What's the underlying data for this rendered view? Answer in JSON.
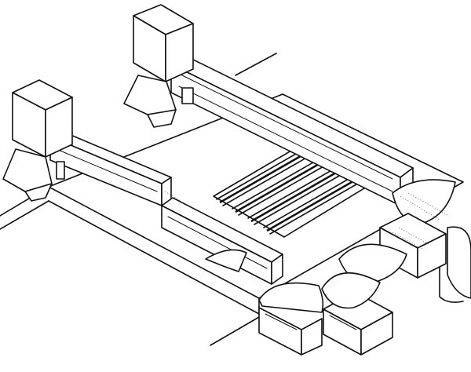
{
  "figure": {
    "kind": "isometric line drawing",
    "ink_color": "#111111",
    "background_color": "#ffffff",
    "parts": [
      "hopper-left",
      "hopper-right",
      "front-beam",
      "rear-beam",
      "roller-bed",
      "cylindrical-guides",
      "open-box-frames"
    ]
  }
}
